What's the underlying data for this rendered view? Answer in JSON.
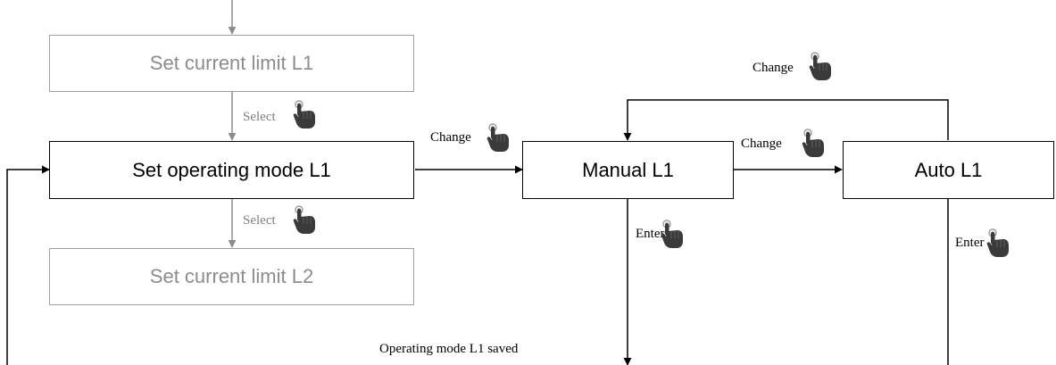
{
  "nodes": {
    "set_current_limit_l1": "Set current limit L1",
    "set_operating_mode_l1": "Set operating mode L1",
    "set_current_limit_l2": "Set current limit L2",
    "manual_l1": "Manual L1",
    "auto_l1": "Auto L1"
  },
  "labels": {
    "select_top": "Select",
    "select_bottom": "Select",
    "change_to_manual": "Change",
    "change_manual_to_auto": "Change",
    "change_auto_to_manual": "Change",
    "enter_manual": "Enter",
    "enter_auto": "Enter",
    "saved_message": "Operating mode L1 saved"
  },
  "icons": {
    "action_icon": "pointing-hand-icon"
  },
  "colors": {
    "active": "#000000",
    "inactive": "#8c8c8c",
    "hand": "#3a3a3a"
  }
}
